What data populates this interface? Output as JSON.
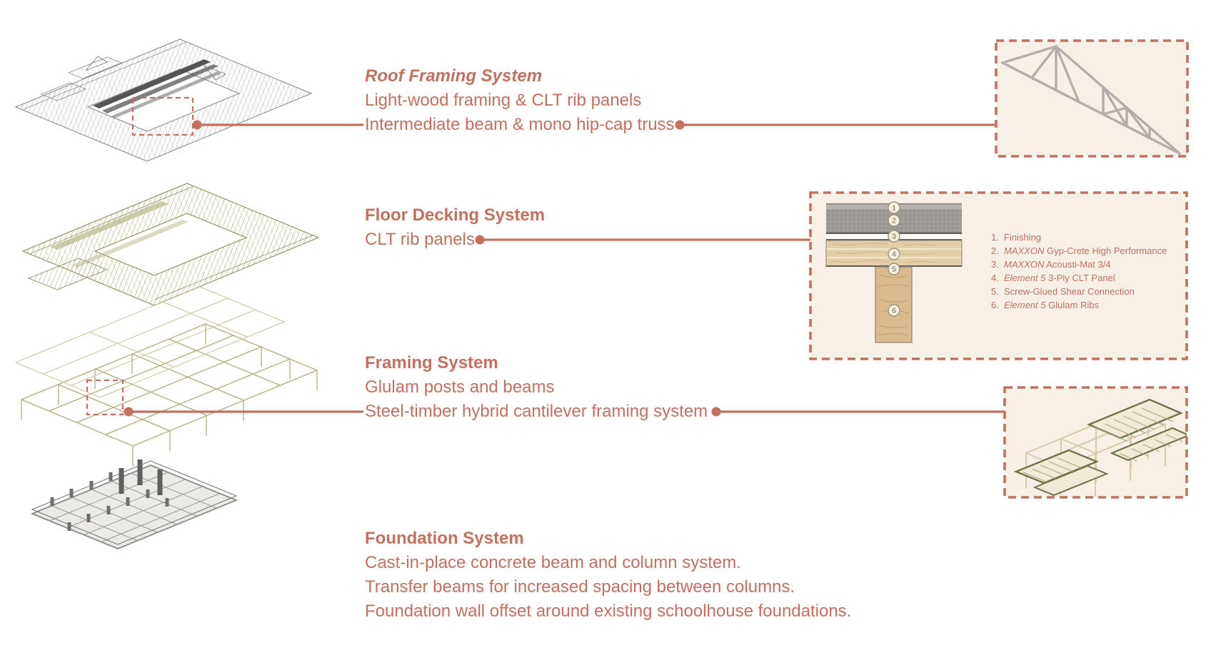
{
  "colors": {
    "accent": "#c4705e",
    "panel_background": "#f6f0e6",
    "truss_gray": "#b5acab",
    "wood_tan": "#e3cda7",
    "gypcrete_gray": "#9d9997",
    "olive_green": "#6e7546",
    "concrete_gray": "#8c8a86"
  },
  "sections": {
    "roof": {
      "title": "Roof Framing System",
      "lines": [
        "Light-wood framing & CLT rib panels",
        "Intermediate beam & mono hip-cap truss"
      ]
    },
    "floor": {
      "title": "Floor Decking System",
      "lines": [
        "CLT rib panels"
      ]
    },
    "framing": {
      "title": "Framing System",
      "lines": [
        "Glulam posts and beams",
        "Steel-timber hybrid cantilever framing system"
      ]
    },
    "foundation": {
      "title": "Foundation System",
      "lines": [
        "Cast-in-place concrete beam and column system.",
        "Transfer beams for increased spacing between columns.",
        "Foundation wall offset around existing schoolhouse foundations."
      ]
    }
  },
  "floor_detail": {
    "callout_numbers": [
      "1",
      "2",
      "3",
      "4",
      "5",
      "6"
    ],
    "legend": [
      {
        "num": "1.",
        "italic": "",
        "text": "Finishing"
      },
      {
        "num": "2.",
        "italic": "MAXXON",
        "text": " Gyp-Crete High Performance"
      },
      {
        "num": "3.",
        "italic": "MAXXON",
        "text": " Acousti-Mat 3/4"
      },
      {
        "num": "4.",
        "italic": "Element 5",
        "text": " 3-Ply CLT Panel"
      },
      {
        "num": "5.",
        "italic": "",
        "text": "Screw-Glued Shear Connection"
      },
      {
        "num": "6.",
        "italic": "Element 5",
        "text": " Glulam Ribs"
      }
    ]
  }
}
